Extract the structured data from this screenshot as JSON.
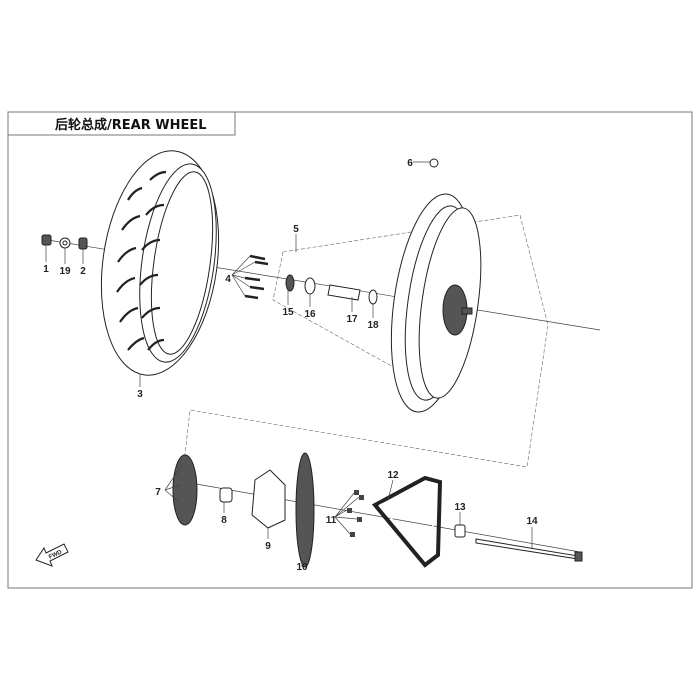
{
  "title": "后轮总成/REAR WHEEL",
  "fwd_label": "FWD",
  "parts": {
    "p1": "1",
    "p2": "2",
    "p3": "3",
    "p4": "4",
    "p5": "5",
    "p6": "6",
    "p7": "7",
    "p8": "8",
    "p9": "9",
    "p10": "10",
    "p11": "11",
    "p12": "12",
    "p13": "13",
    "p14": "14",
    "p15": "15",
    "p16": "16",
    "p17": "17",
    "p18": "18",
    "p19": "19"
  }
}
